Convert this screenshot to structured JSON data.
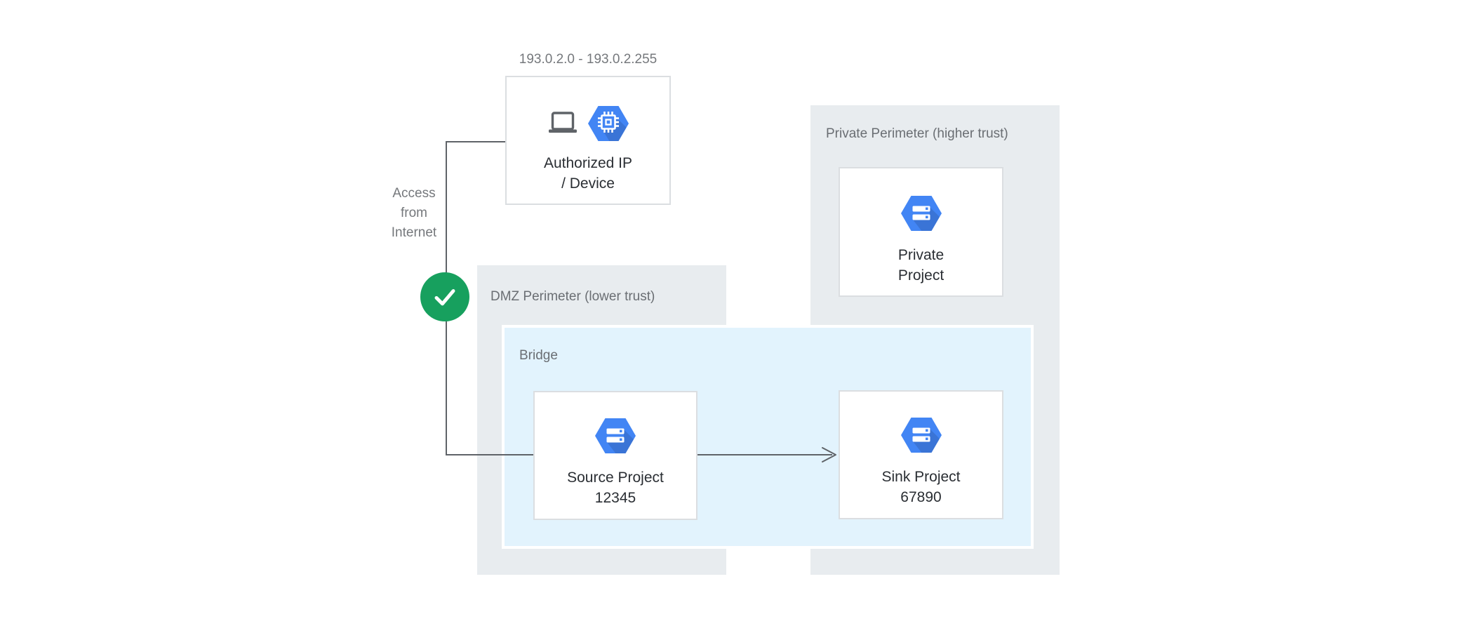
{
  "labels": {
    "ip_range": "193.0.2.0 - 193.0.2.255",
    "access_lines": [
      "Access",
      "from",
      "Internet"
    ]
  },
  "perimeters": {
    "dmz": {
      "label": "DMZ Perimeter (lower trust)"
    },
    "private": {
      "label": "Private Perimeter (higher trust)"
    },
    "bridge": {
      "label": "Bridge"
    }
  },
  "nodes": {
    "authorized": {
      "line1": "Authorized IP",
      "line2": "/ Device"
    },
    "source": {
      "line1": "Source Project",
      "line2": "12345"
    },
    "sink": {
      "line1": "Sink Project",
      "line2": "67890"
    },
    "private_project": {
      "line1": "Private",
      "line2": "Project"
    }
  },
  "icons": {
    "authorized": [
      "laptop-icon",
      "compute-chip-hexagon-icon"
    ],
    "projects": "project-servers-hexagon-icon",
    "badge": "check-icon"
  },
  "colors": {
    "perimeter_bg": "#E8ECEF",
    "bridge_bg": "#E2F3FD",
    "node_border": "#DBDEE1",
    "connector": "#5F6368",
    "check_green": "#17A05E",
    "hexagon_blue": "#4285F4",
    "icon_gray": "#5F6368",
    "muted_text": "#6A6E73",
    "outer_label_text": "#75787C",
    "node_text": "#2A2E33"
  }
}
